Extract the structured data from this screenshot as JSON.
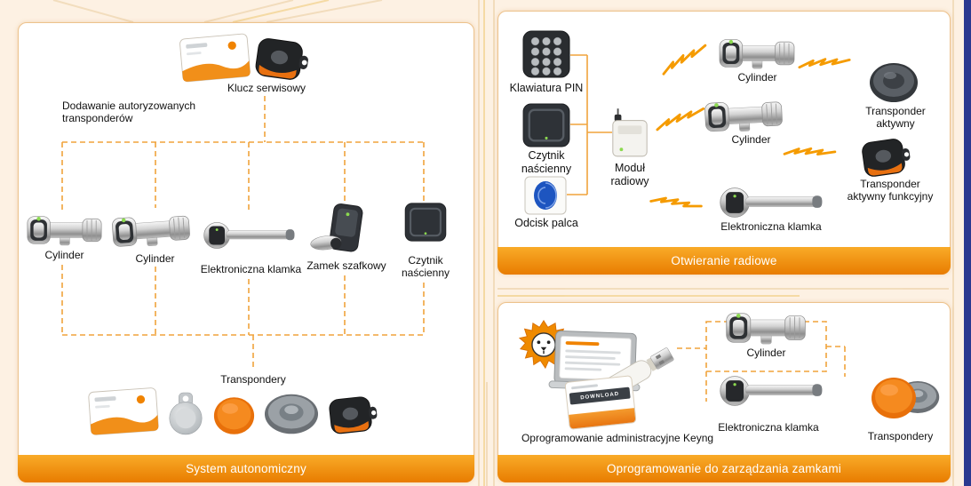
{
  "panels": {
    "autonomous": {
      "title": "System autonomiczny",
      "service_key": "Klucz serwisowy",
      "adding_note": "Dodawanie autoryzowanych transponderów",
      "devices": [
        {
          "label": "Cylinder"
        },
        {
          "label": "Cylinder"
        },
        {
          "label": "Elektroniczna klamka"
        },
        {
          "label": "Zamek szafkowy"
        },
        {
          "label": "Czytnik naścienny"
        }
      ],
      "transponders": "Transpondery"
    },
    "radio": {
      "title": "Otwieranie radiowe",
      "inputs": [
        {
          "label": "Klawiatura PIN"
        },
        {
          "label": "Czytnik naścienny"
        },
        {
          "label": "Odcisk palca"
        }
      ],
      "module": "Moduł radiowy",
      "devices": [
        {
          "label": "Cylinder"
        },
        {
          "label": "Cylinder"
        },
        {
          "label": "Transponder aktywny"
        },
        {
          "label": "Transponder aktywny funkcyjny"
        },
        {
          "label": "Elektroniczna klamka"
        }
      ]
    },
    "software": {
      "title": "Oprogramowanie do zarządzania zamkami",
      "app_label": "Oprogramowanie administracyjne Keyng",
      "download_card": "DOWNLOAD",
      "devices": [
        {
          "label": "Cylinder"
        },
        {
          "label": "Elektroniczna klamka"
        },
        {
          "label": "Transpondery"
        }
      ]
    }
  },
  "icons": {
    "lock-cylinder-icon": "metallic double-knob lock cylinder",
    "door-handle-icon": "electronic door handle with reader rosette",
    "cabinet-lock-icon": "dark cabinet lock with thumb-turn",
    "wall-reader-icon": "dark wall-mounted reader square",
    "card-transponder-icon": "white card with orange logo swoosh",
    "fob-transponder-icon": "black round fob with orange base",
    "keyring-transponder-icon": "grey keyring transponder",
    "disc-orange-icon": "orange disc transponder",
    "disc-grey-icon": "grey disc transponder",
    "disc-dark-icon": "dark active transponder disc",
    "pin-keypad-icon": "dark keypad with round keys",
    "fingerprint-icon": "fingerprint reader with blue print",
    "radio-module-icon": "white radio module with antenna",
    "laptop-icon": "laptop with admin software screen",
    "usb-stick-icon": "white USB stick",
    "lion-logo-icon": "orange lion head logo",
    "radio-bolt-icon": "orange lightning radio-wave bolt"
  },
  "colors": {
    "accent_orange": "#ef8a00",
    "bar_gradient_top": "#f9ab28",
    "bar_gradient_bottom": "#e87c00",
    "dashed_line": "#f0a33c",
    "bolt": "#f59b00",
    "background": "#fdf1e3",
    "page_edge_blue": "#2b3990",
    "fingerprint_blue": "#1d55c0"
  }
}
